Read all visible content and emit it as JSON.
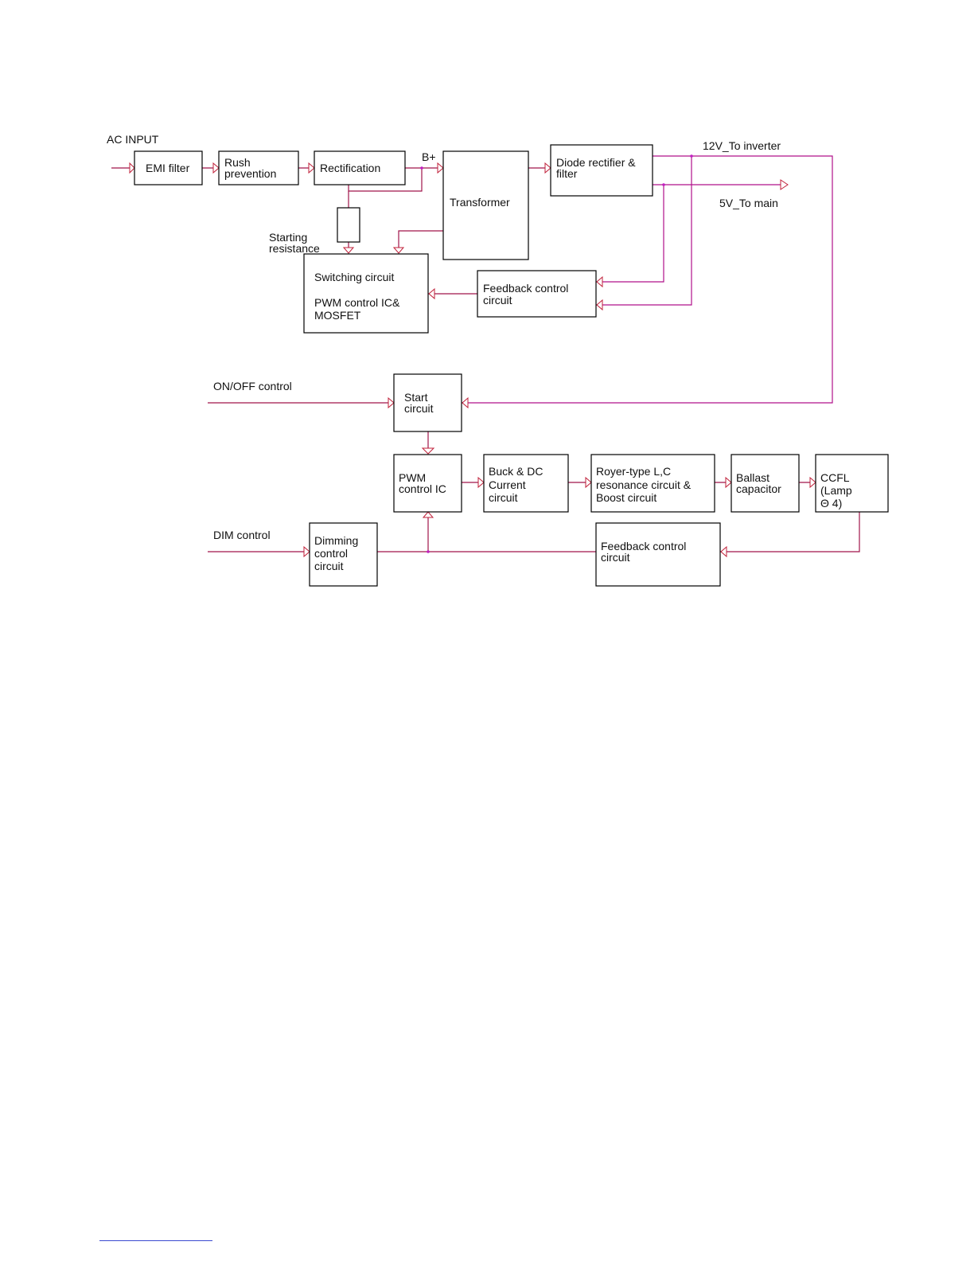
{
  "labels": {
    "ac_input": "AC INPUT",
    "b_plus": "B+",
    "out_12v": "12V_To inverter",
    "out_5v": "5V_To main",
    "starting_1": "Starting",
    "starting_2": "resistance",
    "onoff": "ON/OFF control",
    "dim": "DIM control"
  },
  "blocks": {
    "emi": [
      "EMI filter"
    ],
    "rush": [
      "Rush",
      "prevention"
    ],
    "rect": [
      "Rectification"
    ],
    "transformer": [
      "Transformer"
    ],
    "diode": [
      "Diode rectifier &",
      "filter"
    ],
    "switching": [
      "Switching circuit",
      "",
      "PWM control IC&",
      "MOSFET"
    ],
    "feedback_top": [
      "Feedback control",
      "circuit"
    ],
    "start": [
      "Start",
      "circuit"
    ],
    "pwm": [
      "PWM",
      "control IC"
    ],
    "buck": [
      "Buck & DC",
      "Current",
      "circuit"
    ],
    "royer": [
      "Royer-type L,C",
      "resonance circuit &",
      "Boost circuit"
    ],
    "ballast": [
      "Ballast",
      "capacitor"
    ],
    "ccfl": [
      "CCFL",
      "(Lamp",
      "Θ 4)"
    ],
    "dimming": [
      "Dimming",
      "control",
      "circuit"
    ],
    "feedback_bot": [
      "Feedback control",
      "circuit"
    ]
  },
  "colors": {
    "wire": "#a0144a",
    "junction": "#c020c0",
    "footer_line": "#3a4ad0"
  }
}
